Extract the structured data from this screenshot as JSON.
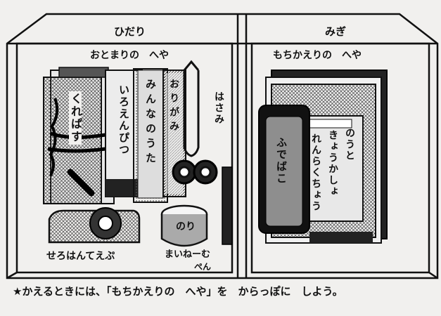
{
  "sections": {
    "left_title": "ひだり",
    "right_title": "みぎ",
    "left_room": "おとまりの　へや",
    "right_room": "もちかえりの　へや"
  },
  "left_items": {
    "crayons": "くれぱす",
    "colored_pencils": "いろえんぴつ",
    "songbook": "みんなのうた",
    "origami": "おりがみ",
    "scissors": "はさみ",
    "tape": "せろはんてえぷ",
    "glue": "のり",
    "marker_1": "まいねーむ",
    "marker_2": "ぺん"
  },
  "right_items": {
    "pencil_case": "ふでばこ",
    "notebook": "のうと",
    "workbook": "きょうかしょ",
    "contact_book": "れんらくちょう"
  },
  "footer": {
    "star": "★",
    "text": "かえるときには、「もちかえりの　へや」を　からっぽに　しよう。"
  }
}
